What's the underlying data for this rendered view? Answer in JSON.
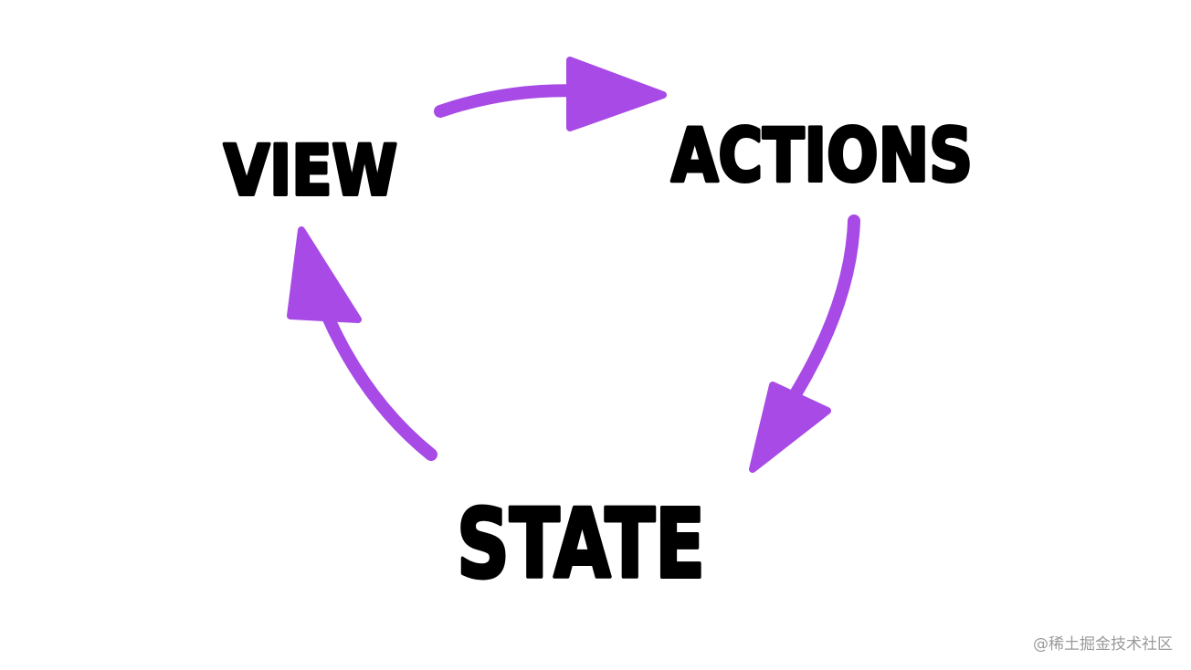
{
  "diagram": {
    "nodes": [
      {
        "id": "view",
        "label": "VIEW"
      },
      {
        "id": "actions",
        "label": "ACTIONS"
      },
      {
        "id": "state",
        "label": "STATE"
      }
    ],
    "edges": [
      {
        "from": "view",
        "to": "actions"
      },
      {
        "from": "actions",
        "to": "state"
      },
      {
        "from": "state",
        "to": "view"
      }
    ],
    "arrow_color": "#a74ae6",
    "text_color": "#000000"
  },
  "watermark": "@稀土掘金技术社区"
}
